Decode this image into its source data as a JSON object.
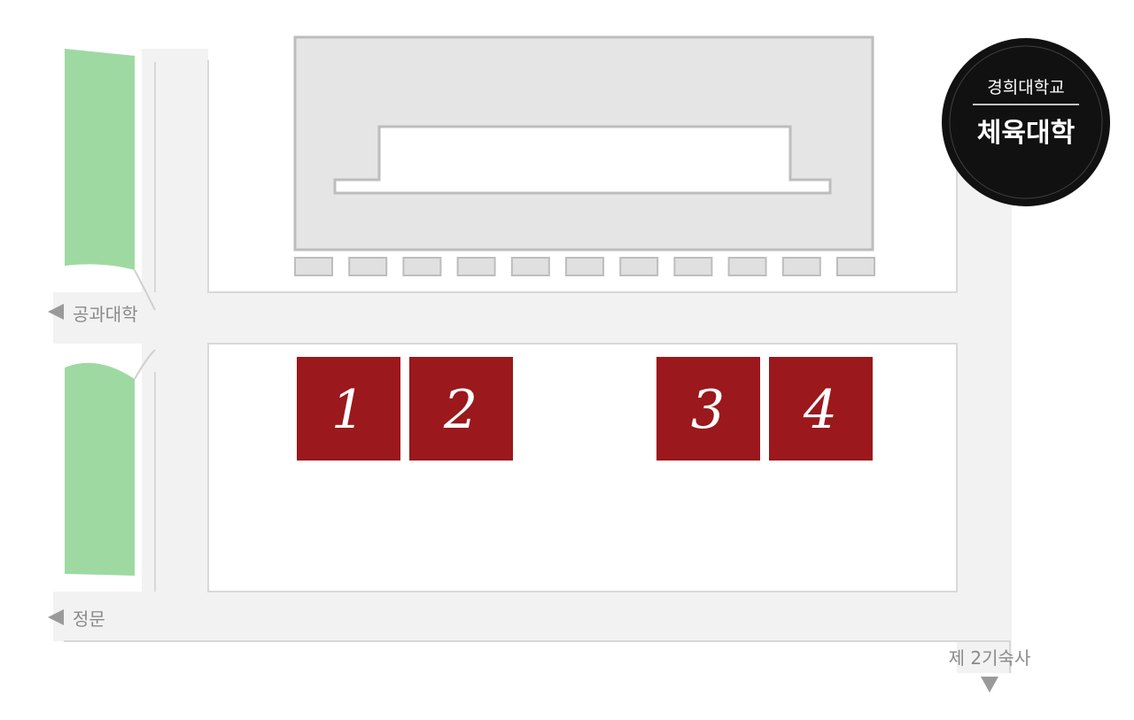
{
  "badge": {
    "top_text": "경희대학교",
    "bottom_text": "체육대학"
  },
  "directions": {
    "engineering": "공과대학",
    "main_gate": "정문",
    "dormitory": "제 2기숙사"
  },
  "zones": [
    {
      "label": "1"
    },
    {
      "label": "2"
    },
    {
      "label": "3"
    },
    {
      "label": "4"
    }
  ],
  "colors": {
    "road": "#f2f2f2",
    "road_edge": "#cfcfcf",
    "green_area": "#9ed9a2",
    "building": "#e5e5e5",
    "building_edge": "#bdbdbd",
    "zone": "#9b181c",
    "badge_bg": "#111111"
  },
  "icons": {
    "direction_left": "triangle-left-icon",
    "direction_down": "triangle-down-icon"
  }
}
